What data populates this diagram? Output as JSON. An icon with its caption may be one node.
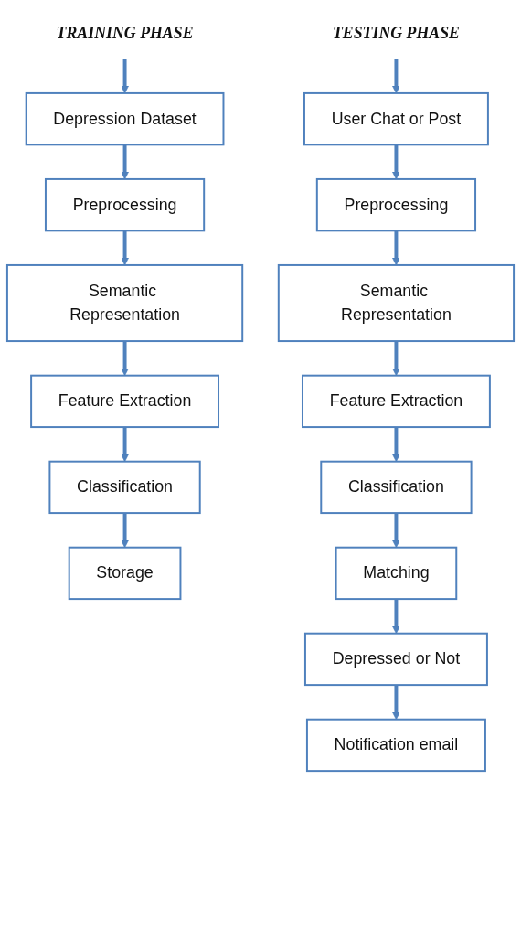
{
  "diagram": {
    "nodes": [
      {
        "text": [
          "TRAINING PHASE"
        ]
      },
      {
        "text": [
          "Depression Dataset"
        ]
      },
      {
        "text": [
          "Preprocessing"
        ]
      },
      {
        "text": [
          "Semantic Representation"
        ]
      },
      {
        "text": [
          "Feature Extraction"
        ]
      },
      {
        "text": [
          "Classification"
        ]
      },
      {
        "text": [
          "Storage"
        ]
      },
      {
        "text": [
          "TESTING PHASE"
        ]
      },
      {
        "text": [
          "User Chat or Post"
        ]
      },
      {
        "text": [
          "Preprocessing"
        ]
      },
      {
        "text": [
          "Semantic Representation"
        ]
      },
      {
        "text": [
          "Feature Extraction"
        ]
      },
      {
        "text": [
          "Classification"
        ]
      },
      {
        "text": [
          "Matching"
        ]
      },
      {
        "text": [
          "Depressed or Not"
        ]
      },
      {
        "text": [
          "Notification email"
        ]
      }
    ],
    "edges": [
      {
        "from": 0,
        "to": 1,
        "arrow": "to"
      },
      {
        "from": 1,
        "to": 2,
        "arrow": "to"
      },
      {
        "from": 2,
        "to": 3,
        "arrow": "to"
      },
      {
        "from": 3,
        "to": 4,
        "arrow": "to"
      },
      {
        "from": 4,
        "to": 5,
        "arrow": "to"
      },
      {
        "from": 5,
        "to": 6,
        "arrow": "to"
      },
      {
        "from": 7,
        "to": 8,
        "arrow": "to"
      },
      {
        "from": 8,
        "to": 9,
        "arrow": "to"
      },
      {
        "from": 9,
        "to": 10,
        "arrow": "to"
      },
      {
        "from": 10,
        "to": 11,
        "arrow": "to"
      },
      {
        "from": 11,
        "to": 12,
        "arrow": "to"
      },
      {
        "from": 12,
        "to": 13,
        "arrow": "to"
      },
      {
        "from": 13,
        "to": 14,
        "arrow": "to"
      },
      {
        "from": 14,
        "to": 15,
        "arrow": "to"
      }
    ]
  }
}
